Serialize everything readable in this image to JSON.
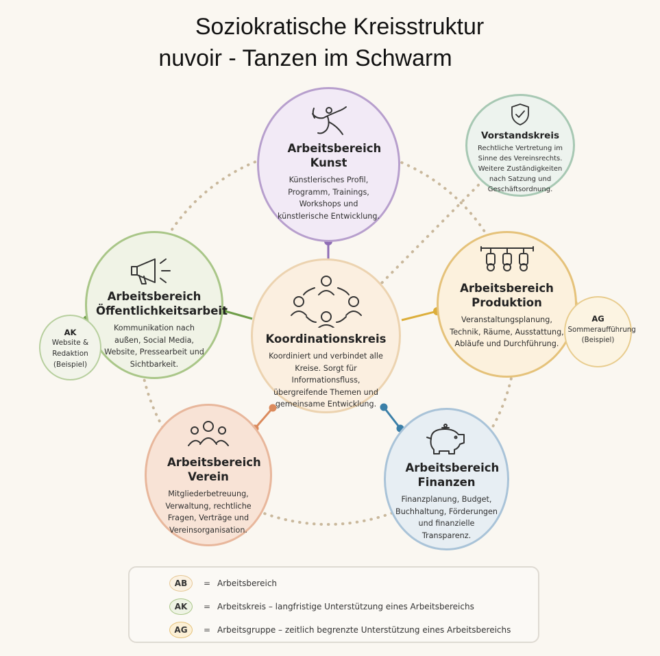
{
  "title": {
    "line1": "Soziokratische Kreisstruktur",
    "line2": "nuvoir - Tanzen im Schwarm"
  },
  "circles": {
    "kunst": {
      "icon": "dancer-icon",
      "title": "Arbeitsbereich Kunst",
      "text": "Künstlerisches Profil, Programm, Trainings, Workshops und künstlerische Entwicklung.",
      "color": "#9b78c0"
    },
    "oeffentlichkeit": {
      "icon": "megaphone-icon",
      "title": "Arbeitsbereich Öffentlichkeitsarbeit",
      "text": "Kommunikation nach außen, Social Media, Website, Pressearbeit und Sichtbarkeit.",
      "color": "#7aa95a"
    },
    "koordination": {
      "icon": "people-circle-icon",
      "title": "Koordinationskreis",
      "text": "Koordiniert und verbindet alle Kreise. Sorgt für Informationsfluss, übergreifende Themen und gemeinsame Entwicklung.",
      "color": "#e9cfa6"
    },
    "produktion": {
      "icon": "stage-lights-icon",
      "title": "Arbeitsbereich Produktion",
      "text": "Veranstaltungsplanung, Technik, Räume, Ausstattung, Abläufe und Durchführung.",
      "color": "#dcae3a"
    },
    "verein": {
      "icon": "group-icon",
      "title": "Arbeitsbereich Verein",
      "text": "Mitgliederbetreuung, Verwaltung, rechtliche Fragen, Verträge und Vereinsorganisation.",
      "color": "#db8a5c"
    },
    "finanzen": {
      "icon": "piggy-bank-icon",
      "title": "Arbeitsbereich Finanzen",
      "text": "Finanzplanung, Budget, Buchhaltung, Förderungen und finanzielle Transparenz.",
      "color": "#3a7fa8"
    },
    "vorstand": {
      "icon": "shield-check-icon",
      "title": "Vorstandskreis",
      "text": "Rechtliche Vertretung im Sinne des Vereinsrechts. Weitere Zuständigkeiten nach Satzung und Geschäftsordnung.",
      "color": "#8fbb9f"
    },
    "ak": {
      "title": "AK",
      "text": "Website & Redaktion (Beispiel)",
      "color": "#6fa04c"
    },
    "ag": {
      "title": "AG",
      "text": "Sommeraufführung (Beispiel)",
      "color": "#e0b54c"
    }
  },
  "legend": [
    {
      "abbr": "AB",
      "eq": "=",
      "text": "Arbeitsbereich"
    },
    {
      "abbr": "AK",
      "eq": "=",
      "text": "Arbeitskreis – langfristige Unterstützung eines Arbeitsbereichs"
    },
    {
      "abbr": "AG",
      "eq": "=",
      "text": "Arbeitsgruppe – zeitlich begrenzte Unterstützung eines Arbeitsbereichs"
    }
  ]
}
